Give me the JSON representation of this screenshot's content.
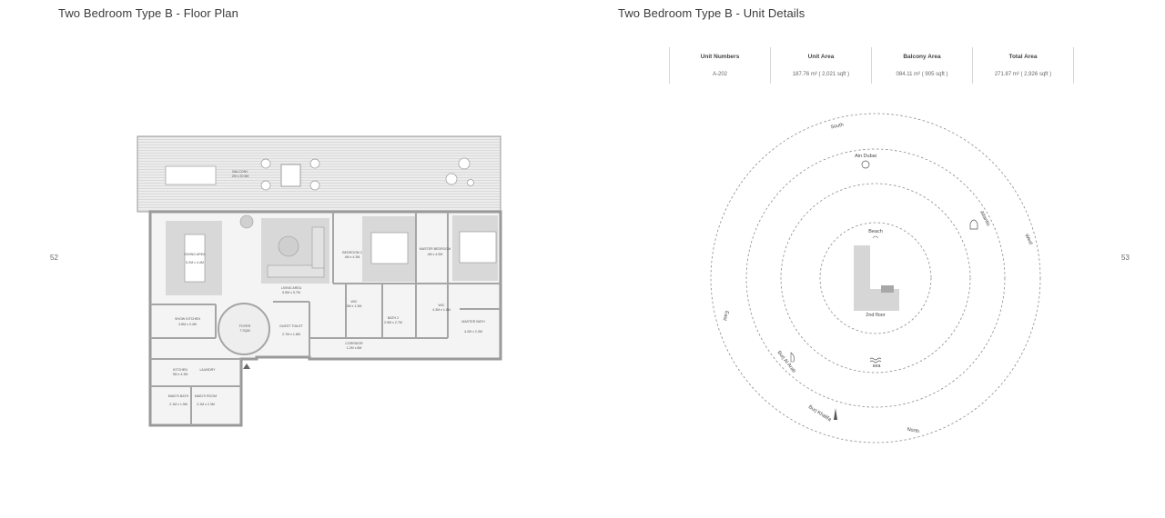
{
  "left_page": {
    "title": "Two Bedroom Type B - Floor Plan",
    "page_number": "52",
    "rooms": [
      {
        "name": "BALCONY",
        "size": "2M x 20.5M"
      },
      {
        "name": "DINING AREA",
        "size": "5.2M x 4.4M"
      },
      {
        "name": "LIVING AREA",
        "size": "5.5M x 5.7M"
      },
      {
        "name": "BEDROOM 2",
        "size": "4M x 4.3M"
      },
      {
        "name": "MASTER BEDROOM",
        "size": "4M x 4.9M"
      },
      {
        "name": "SHOW KITCHEN",
        "size": "3.6M x 3.4M"
      },
      {
        "name": "FOYER",
        "size": "7 SQM"
      },
      {
        "name": "GUEST TOILET",
        "size": "2.7M x 1.8M"
      },
      {
        "name": "WIC",
        "size": "3M x 1.3M"
      },
      {
        "name": "BATH 2",
        "size": "2.9M x 2.7M"
      },
      {
        "name": "WIC",
        "size": "4.3M x 1.8M"
      },
      {
        "name": "MASTER BATH",
        "size": "4.2M x 2.3M"
      },
      {
        "name": "CORRIDOR",
        "size": "1.2M x 8M"
      },
      {
        "name": "KITCHEN",
        "size": "3M x 4.3M"
      },
      {
        "name": "LAUNDRY",
        "size": ""
      },
      {
        "name": "MAID'S BATH",
        "size": "2.1M x 1.5M"
      },
      {
        "name": "MAID'S ROOM",
        "size": "3.1M x 2.3M"
      }
    ]
  },
  "right_page": {
    "title": "Two Bedroom Type B - Unit Details",
    "page_number": "53",
    "table": {
      "headers": [
        "Unit Numbers",
        "Unit Area",
        "Balcony Area",
        "Total Area"
      ],
      "row": [
        "A-202",
        "187.76 m² ( 2,021 sqft )",
        "084.11 m² ( 905 sqft )",
        "271.87 m² ( 2,926 sqft )"
      ]
    },
    "map": {
      "directions": {
        "south": "South",
        "west": "West",
        "north": "North",
        "east": "East"
      },
      "landmarks": {
        "ain_dubai": "Ain Dubai",
        "atlantis": "Atlantis",
        "beach": "Beach",
        "burj_al_arab": "Burj Al Arab",
        "burj_khalifa": "Burj Khalifa",
        "sea": "sea"
      },
      "floor_label": "2nd floor"
    }
  }
}
